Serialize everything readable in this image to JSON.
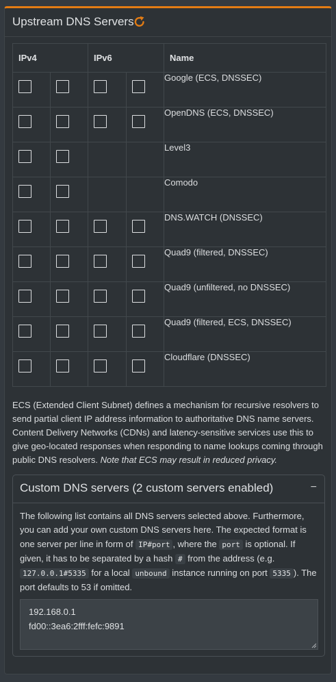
{
  "panel": {
    "title": "Upstream DNS Servers",
    "refresh_icon": "refresh-icon",
    "accent": "#e37c14"
  },
  "table": {
    "headers": {
      "ipv4": "IPv4",
      "ipv6": "IPv6",
      "name": "Name"
    },
    "rows": [
      {
        "name": "Google (ECS, DNSSEC)",
        "ipv4": [
          false,
          false
        ],
        "ipv6": [
          false,
          false
        ]
      },
      {
        "name": "OpenDNS (ECS, DNSSEC)",
        "ipv4": [
          false,
          false
        ],
        "ipv6": [
          false,
          false
        ]
      },
      {
        "name": "Level3",
        "ipv4": [
          false,
          false
        ],
        "ipv6": []
      },
      {
        "name": "Comodo",
        "ipv4": [
          false,
          false
        ],
        "ipv6": []
      },
      {
        "name": "DNS.WATCH (DNSSEC)",
        "ipv4": [
          false,
          false
        ],
        "ipv6": [
          false,
          false
        ]
      },
      {
        "name": "Quad9 (filtered, DNSSEC)",
        "ipv4": [
          false,
          false
        ],
        "ipv6": [
          false,
          false
        ]
      },
      {
        "name": "Quad9 (unfiltered, no DNSSEC)",
        "ipv4": [
          false,
          false
        ],
        "ipv6": [
          false,
          false
        ]
      },
      {
        "name": "Quad9 (filtered, ECS, DNSSEC)",
        "ipv4": [
          false,
          false
        ],
        "ipv6": [
          false,
          false
        ]
      },
      {
        "name": "Cloudflare (DNSSEC)",
        "ipv4": [
          false,
          false
        ],
        "ipv6": [
          false,
          false
        ]
      }
    ]
  },
  "ecs_note": {
    "text": "ECS (Extended Client Subnet) defines a mechanism for recursive resolvers to send partial client IP address information to authoritative DNS name servers. Content Delivery Networks (CDNs) and latency-sensitive services use this to give geo-located responses when responding to name lookups coming through public DNS resolvers. ",
    "emphasis": "Note that ECS may result in reduced privacy."
  },
  "custom": {
    "title": "Custom DNS servers (2 custom servers enabled)",
    "collapse_symbol": "−",
    "desc_1": "The following list contains all DNS servers selected above. Furthermore, you can add your own custom DNS servers here. The expected format is one server per line in form of ",
    "code_1": "IP#port",
    "desc_2": ", where the ",
    "code_2": "port",
    "desc_3": " is optional. If given, it has to be separated by a hash ",
    "code_3": "#",
    "desc_4": " from the address (e.g. ",
    "code_4": "127.0.0.1#5335",
    "desc_5": " for a local ",
    "code_5": "unbound",
    "desc_6": " instance running on port ",
    "code_6": "5335",
    "desc_7": "). The port defaults to 53 if omitted.",
    "servers": [
      "192.168.0.1",
      "fd00::3ea6:2fff:fefc:9891"
    ]
  }
}
